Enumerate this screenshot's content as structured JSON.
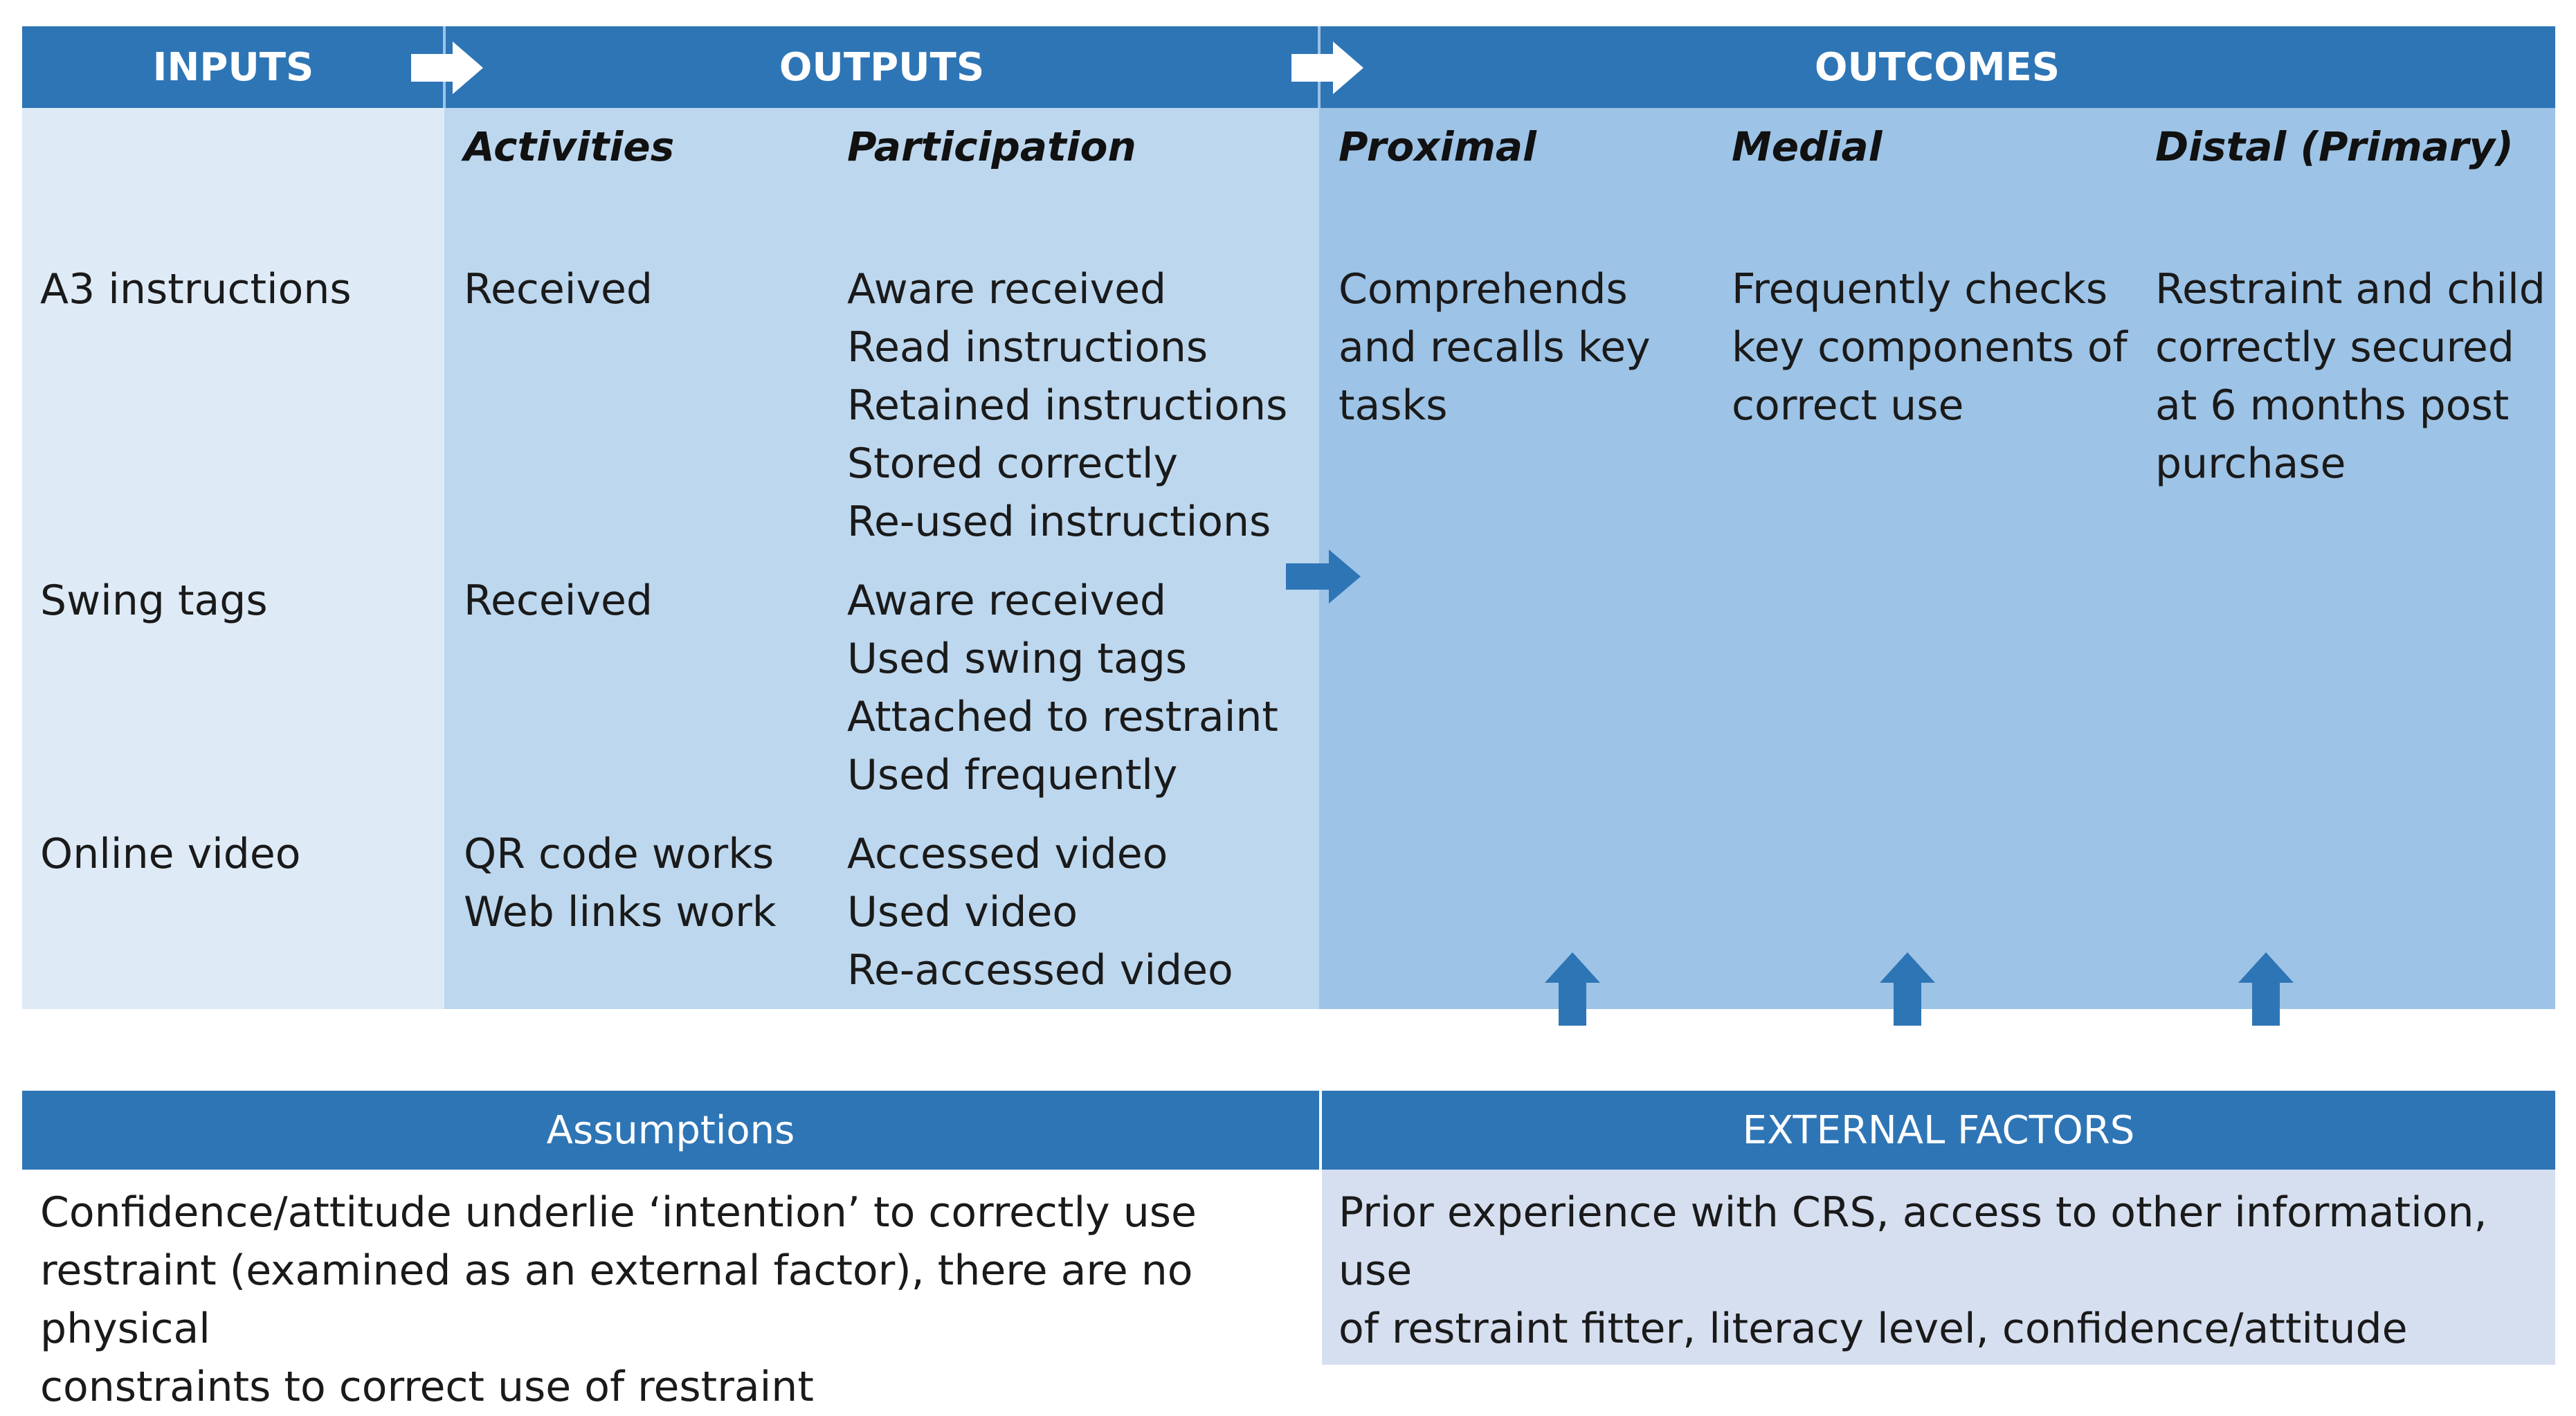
{
  "colors": {
    "header_blue": "#2e75b6",
    "inputs_bg": "#deebf7",
    "outputs_bg": "#bdd7ee",
    "outcomes_bg": "#9dc3e6",
    "external_bg": "#d6dff0",
    "arrow_blue": "#2e75b6",
    "arrow_white": "#ffffff"
  },
  "headers": {
    "inputs": "INPUTS",
    "outputs": "OUTPUTS",
    "outcomes": "OUTCOMES"
  },
  "subheaders": {
    "activities": "Activities",
    "participation": "Participation",
    "proximal": "Proximal",
    "medial": "Medial",
    "distal": "Distal (Primary)"
  },
  "rows": [
    {
      "input": "A3 instructions",
      "activities": "Received",
      "participation": "Aware received\nRead instructions\nRetained instructions\nStored correctly\nRe-used instructions"
    },
    {
      "input": "Swing tags",
      "activities": "Received",
      "participation": "Aware received\nUsed swing tags\nAttached to restraint\nUsed frequently"
    },
    {
      "input": "Online video",
      "activities": "QR code works\nWeb links work",
      "participation": "Accessed video\nUsed video\nRe-accessed video"
    }
  ],
  "outcomes": {
    "proximal": "Comprehends\nand recalls key\ntasks",
    "medial": "Frequently checks\nkey components of\ncorrect use",
    "distal": "Restraint and child\ncorrectly secured\nat 6 months post\npurchase"
  },
  "bottom": {
    "assumptions_title": "Assumptions",
    "assumptions_text": "Confidence/attitude underlie ‘intention’ to correctly use\nrestraint (examined as an external factor), there are no physical\nconstraints to correct use of restraint",
    "external_title": "EXTERNAL FACTORS",
    "external_text": "Prior experience with CRS, access to other information, use\nof restraint fitter, literacy level, confidence/attitude"
  }
}
